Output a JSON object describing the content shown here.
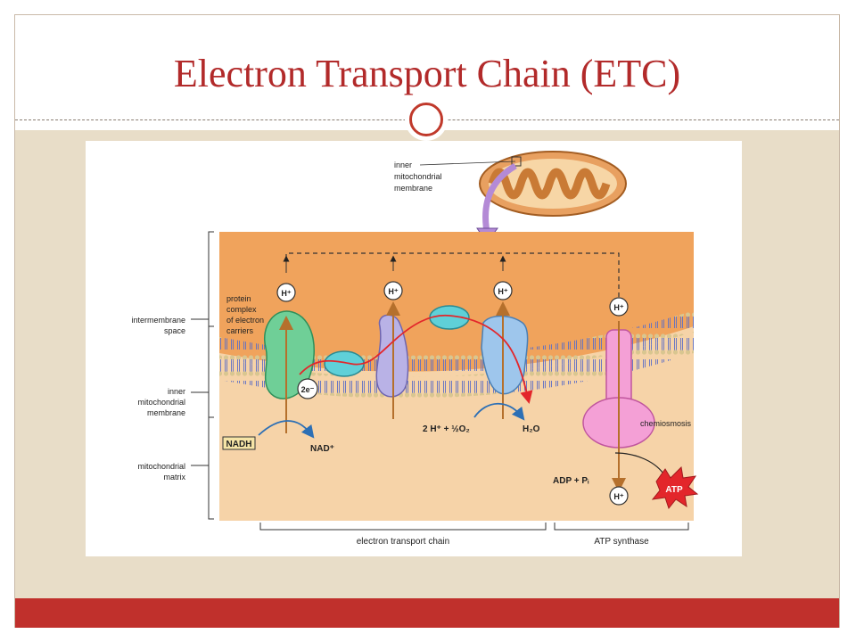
{
  "slide": {
    "title": "Electron Transport Chain (ETC)"
  },
  "colors": {
    "title": "#b22a2a",
    "footer_bar": "#c0302c",
    "content_background": "#e8ddc8",
    "intermembrane_space": "#f0a35c",
    "matrix": "#f6d3a8",
    "mitochondrion": "#e8a060"
  },
  "diagram": {
    "mitochondrion_label": [
      "inner",
      "mitochondrial",
      "membrane"
    ],
    "region_labels": {
      "intermembrane_space": [
        "intermembrane",
        "space"
      ],
      "inner_membrane": [
        "inner",
        "mitochondrial",
        "membrane"
      ],
      "matrix": [
        "mitochondrial",
        "matrix"
      ]
    },
    "protein_complex_label": [
      "protein",
      "complex",
      "of electron",
      "carriers"
    ],
    "proton": "H⁺",
    "electrons": "2e⁻",
    "nadh": "NADH",
    "nad": "NAD⁺",
    "water_reaction": "2 H⁺ + ½O₂",
    "water": "H₂O",
    "chemiosmosis": "chemiosmosis",
    "adp": "ADP + Pᵢ",
    "atp": "ATP",
    "bottom_labels": {
      "etc": "electron transport chain",
      "synthase": "ATP synthase"
    }
  }
}
